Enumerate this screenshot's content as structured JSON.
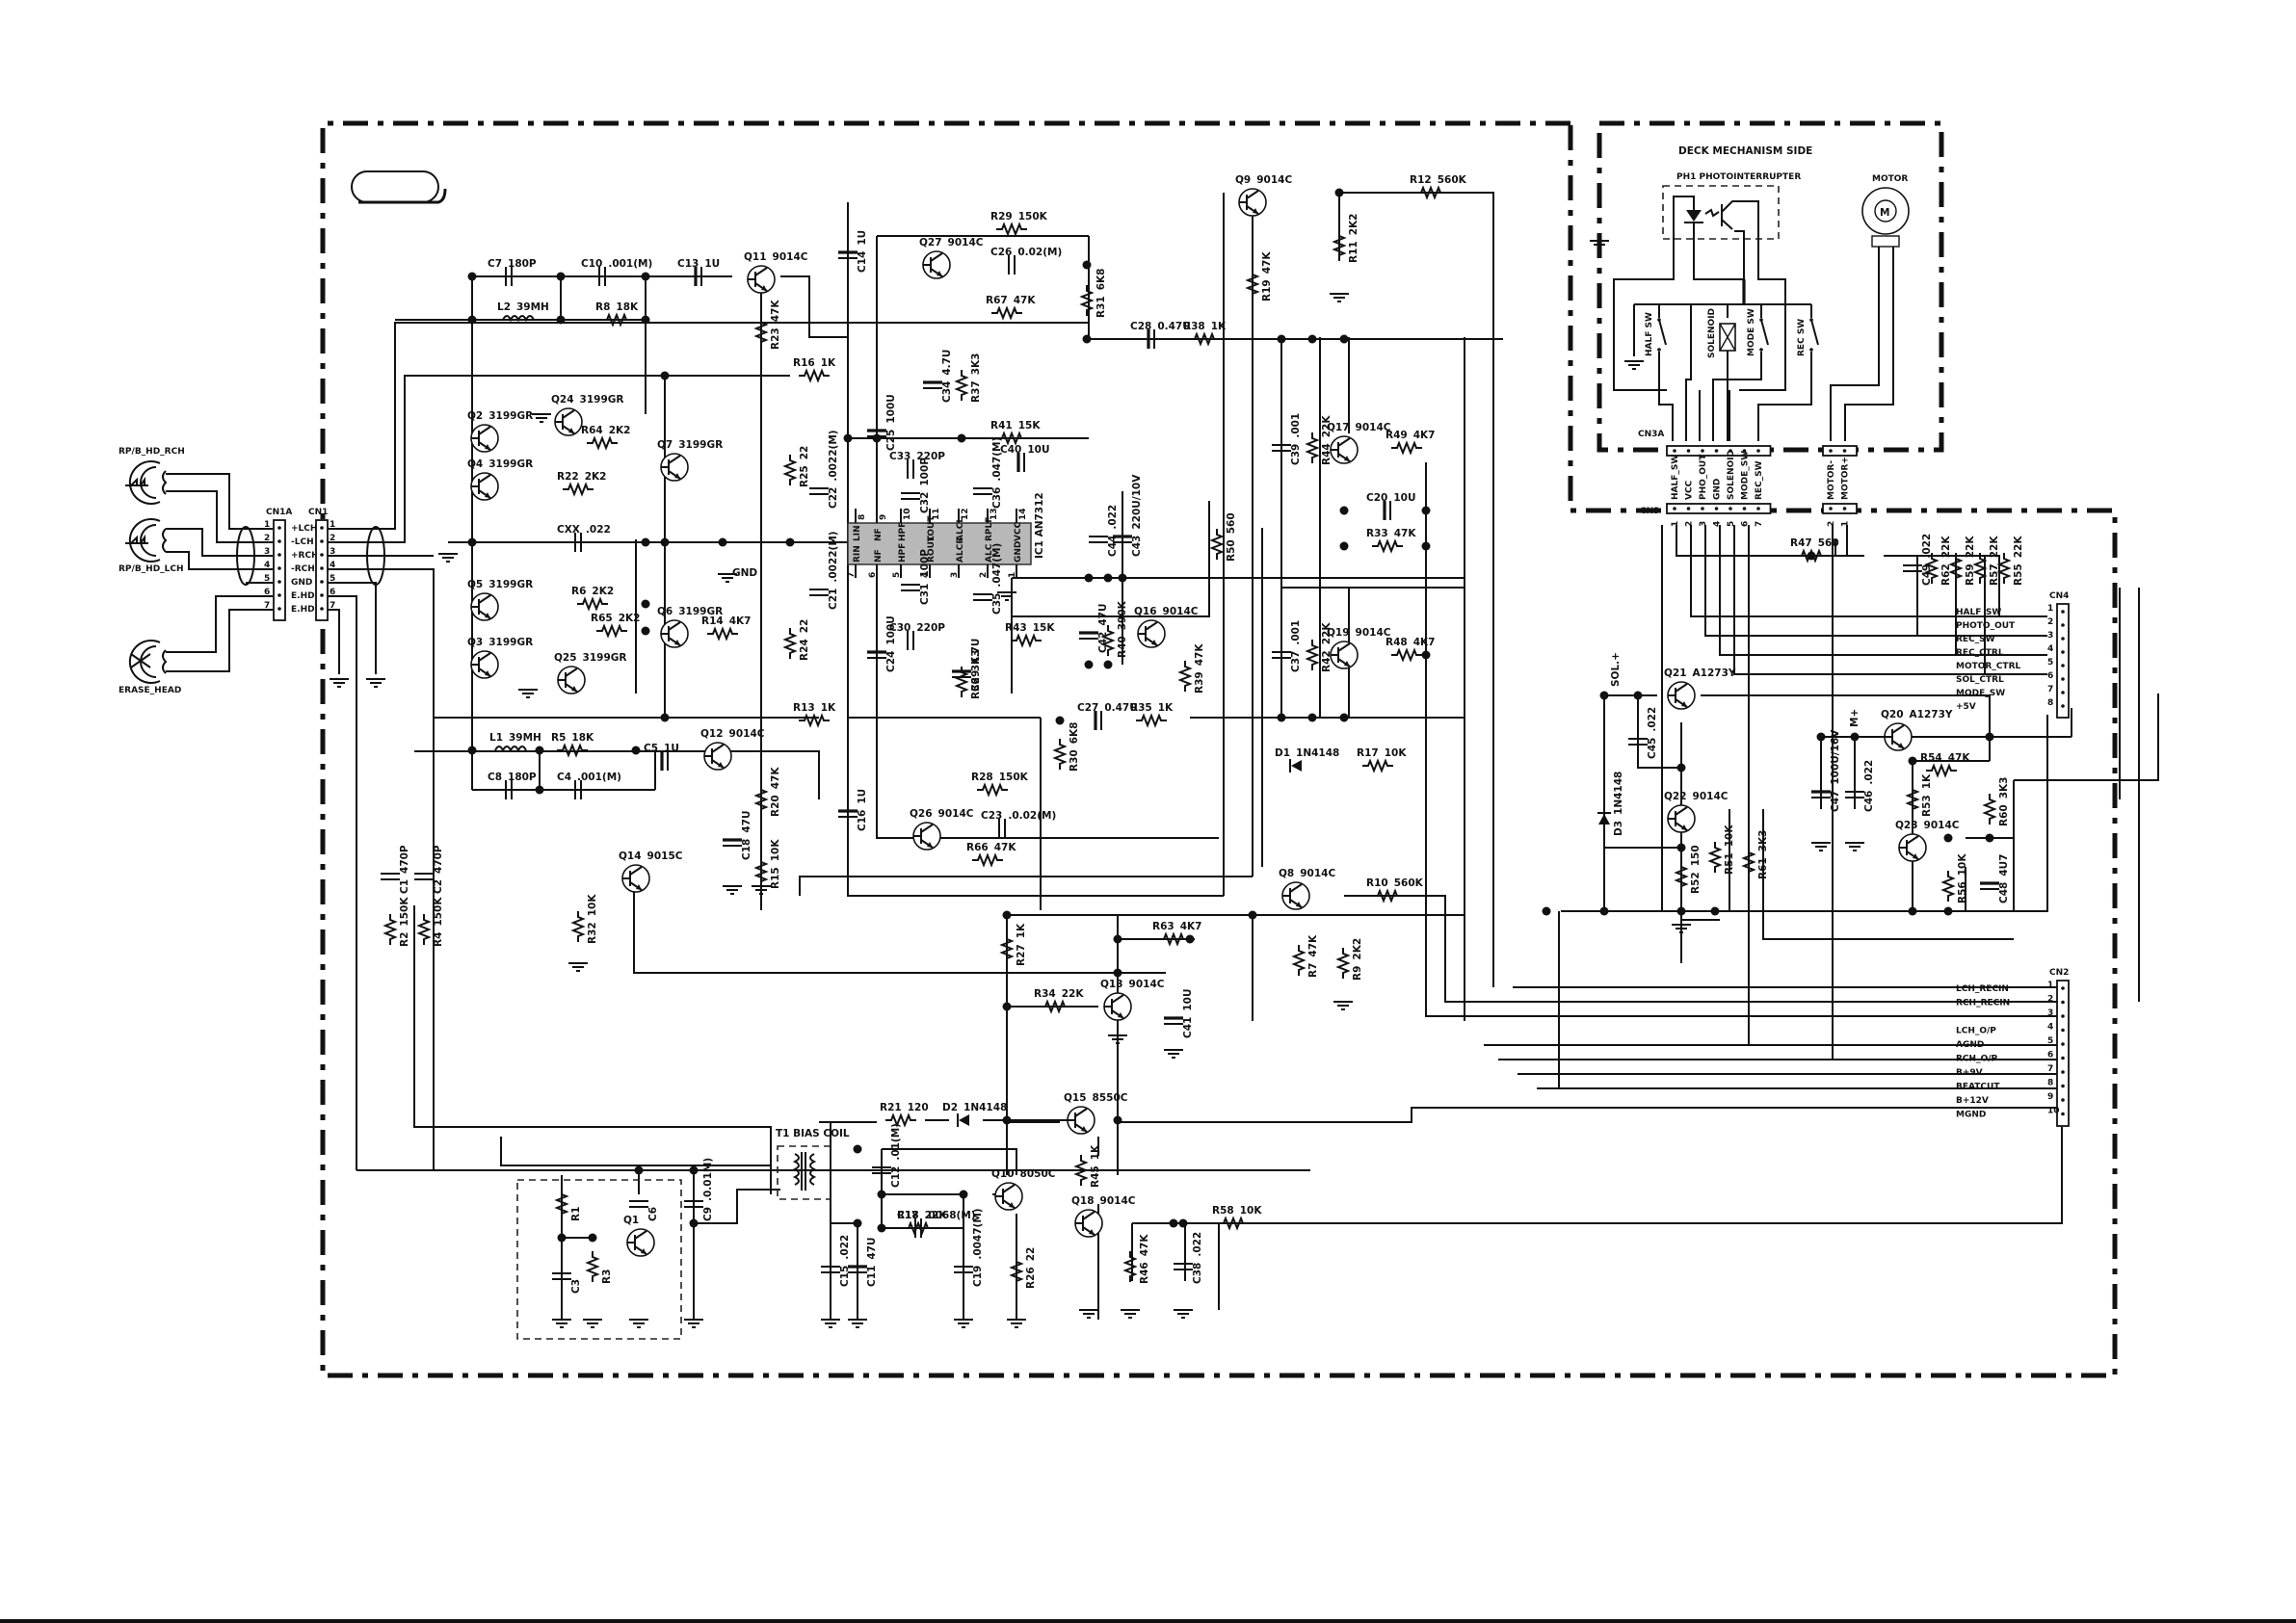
{
  "document": {
    "type": "schematic",
    "subject": "Cassette deck record/playback board",
    "title_box_text": ""
  },
  "sections": {
    "deck_mechanism": {
      "title": "DECK MECHANISM SIDE",
      "photointerrupter": "PH1  PHOTOINTERRUPTER",
      "motor": "MOTOR",
      "motor_symbol": "M",
      "switches": [
        "HALF SW",
        "SOLENOID",
        "MODE SW",
        "REC SW"
      ],
      "cn3a_label": "CN3A"
    },
    "bias_osc": {
      "coil_label": "T1  BIAS  COIL"
    }
  },
  "heads": [
    {
      "name": "RP/B_HD_RCH"
    },
    {
      "name": "RP/B_HD_LCH"
    },
    {
      "name": "ERASE_HEAD"
    }
  ],
  "connectors": {
    "CN1A": {
      "label": "CN1A",
      "pins": [
        {
          "n": "1",
          "sig": "+LCH"
        },
        {
          "n": "2",
          "sig": "-LCH"
        },
        {
          "n": "3",
          "sig": "+RCH"
        },
        {
          "n": "4",
          "sig": "-RCH"
        },
        {
          "n": "5",
          "sig": "GND"
        },
        {
          "n": "6",
          "sig": "E.HD"
        },
        {
          "n": "7",
          "sig": "E.HD"
        }
      ]
    },
    "CN1": {
      "label": "CN1",
      "pins": [
        "1",
        "2",
        "3",
        "4",
        "5",
        "6",
        "7"
      ]
    },
    "CN3": {
      "label": "CN3",
      "pins": [
        {
          "n": "1",
          "sig": "HALF_SW"
        },
        {
          "n": "2",
          "sig": "VCC"
        },
        {
          "n": "3",
          "sig": "PHO_OUT"
        },
        {
          "n": "4",
          "sig": "GND"
        },
        {
          "n": "5",
          "sig": "SOLENOID"
        },
        {
          "n": "6",
          "sig": "MODE_SW"
        },
        {
          "n": "7",
          "sig": "REC_SW"
        }
      ]
    },
    "CN3_motor": {
      "pins": [
        {
          "n": "2",
          "sig": "MOTOR-"
        },
        {
          "n": "1",
          "sig": "MOTOR+"
        }
      ]
    },
    "CN4": {
      "label": "CN4",
      "pins": [
        {
          "n": "1",
          "sig": "HALF_SW"
        },
        {
          "n": "2",
          "sig": "PHOTO_OUT"
        },
        {
          "n": "3",
          "sig": "REC_SW"
        },
        {
          "n": "4",
          "sig": "REC_CTRL"
        },
        {
          "n": "5",
          "sig": "MOTOR_CTRL"
        },
        {
          "n": "6",
          "sig": "SOL_CTRL"
        },
        {
          "n": "7",
          "sig": "MODE_SW"
        },
        {
          "n": "8",
          "sig": "+5V"
        }
      ]
    },
    "CN2": {
      "label": "CN2",
      "pins": [
        {
          "n": "1",
          "sig": "LCH_RECIN"
        },
        {
          "n": "2",
          "sig": "RCH_RECIN"
        },
        {
          "n": "3",
          "sig": ""
        },
        {
          "n": "4",
          "sig": "LCH_O/P"
        },
        {
          "n": "5",
          "sig": "AGND"
        },
        {
          "n": "6",
          "sig": "RCH_O/P"
        },
        {
          "n": "7",
          "sig": "B+9V"
        },
        {
          "n": "8",
          "sig": "BEATCUT"
        },
        {
          "n": "9",
          "sig": "B+12V"
        },
        {
          "n": "10",
          "sig": "MGND"
        }
      ]
    }
  },
  "ic": {
    "ref": "IC1",
    "part": "AN7312",
    "top_pins": [
      {
        "n": "8",
        "name": "LIN"
      },
      {
        "n": "9",
        "name": "NF"
      },
      {
        "n": "10",
        "name": "HPF"
      },
      {
        "n": "11",
        "name": "LOUT"
      },
      {
        "n": "12",
        "name": "ALCL"
      },
      {
        "n": "13",
        "name": "RPLF"
      },
      {
        "n": "14",
        "name": "VCC"
      }
    ],
    "bottom_pins": [
      {
        "n": "7",
        "name": "RIN"
      },
      {
        "n": "6",
        "name": "NF"
      },
      {
        "n": "5",
        "name": "HPF"
      },
      {
        "n": "4",
        "name": "ROUT"
      },
      {
        "n": "3",
        "name": "ALCR"
      },
      {
        "n": "2",
        "name": "ALC"
      },
      {
        "n": "1",
        "name": "GND"
      }
    ]
  },
  "misc_labels": {
    "gnd": "GND",
    "sol_plus": "SOL.+",
    "m_plus": "M+"
  },
  "components": {
    "transistors": [
      {
        "ref": "Q1",
        "value": ""
      },
      {
        "ref": "Q2",
        "value": "3199GR"
      },
      {
        "ref": "Q3",
        "value": "3199GR"
      },
      {
        "ref": "Q4",
        "value": "3199GR"
      },
      {
        "ref": "Q5",
        "value": "3199GR"
      },
      {
        "ref": "Q6",
        "value": "3199GR"
      },
      {
        "ref": "Q7",
        "value": "3199GR"
      },
      {
        "ref": "Q8",
        "value": "9014C"
      },
      {
        "ref": "Q9",
        "value": "9014C"
      },
      {
        "ref": "Q10",
        "value": "8050C"
      },
      {
        "ref": "Q11",
        "value": "9014C"
      },
      {
        "ref": "Q12",
        "value": "9014C"
      },
      {
        "ref": "Q13",
        "value": "9014C"
      },
      {
        "ref": "Q14",
        "value": "9015C"
      },
      {
        "ref": "Q15",
        "value": "8550C"
      },
      {
        "ref": "Q16",
        "value": "9014C"
      },
      {
        "ref": "Q17",
        "value": "9014C"
      },
      {
        "ref": "Q18",
        "value": "9014C"
      },
      {
        "ref": "Q19",
        "value": "9014C"
      },
      {
        "ref": "Q20",
        "value": "A1273Y"
      },
      {
        "ref": "Q21",
        "value": "A1273Y"
      },
      {
        "ref": "Q22",
        "value": "9014C"
      },
      {
        "ref": "Q23",
        "value": "9014C"
      },
      {
        "ref": "Q24",
        "value": "3199GR"
      },
      {
        "ref": "Q25",
        "value": "3199GR"
      },
      {
        "ref": "Q26",
        "value": "9014C"
      },
      {
        "ref": "Q27",
        "value": "9014C"
      }
    ],
    "resistors": [
      {
        "ref": "R1",
        "value": ""
      },
      {
        "ref": "R2",
        "value": "150K"
      },
      {
        "ref": "R3",
        "value": ""
      },
      {
        "ref": "R4",
        "value": "150K"
      },
      {
        "ref": "R5",
        "value": "18K"
      },
      {
        "ref": "R6",
        "value": "2K2"
      },
      {
        "ref": "R7",
        "value": "47K"
      },
      {
        "ref": "R8",
        "value": "18K"
      },
      {
        "ref": "R9",
        "value": "2K2"
      },
      {
        "ref": "R10",
        "value": "560K"
      },
      {
        "ref": "R11",
        "value": "2K2"
      },
      {
        "ref": "R12",
        "value": "560K"
      },
      {
        "ref": "R13",
        "value": "1K"
      },
      {
        "ref": "R14",
        "value": "4K7"
      },
      {
        "ref": "R15",
        "value": "10K"
      },
      {
        "ref": "R16",
        "value": "1K"
      },
      {
        "ref": "R17",
        "value": "10K"
      },
      {
        "ref": "R18",
        "value": "22K"
      },
      {
        "ref": "R19",
        "value": "47K"
      },
      {
        "ref": "R20",
        "value": "47K"
      },
      {
        "ref": "R21",
        "value": "120"
      },
      {
        "ref": "R22",
        "value": "2K2"
      },
      {
        "ref": "R23",
        "value": "47K"
      },
      {
        "ref": "R24",
        "value": "22"
      },
      {
        "ref": "R25",
        "value": "22"
      },
      {
        "ref": "R26",
        "value": "22"
      },
      {
        "ref": "R27",
        "value": "1K"
      },
      {
        "ref": "R28",
        "value": "150K"
      },
      {
        "ref": "R29",
        "value": "150K"
      },
      {
        "ref": "R30",
        "value": "6K8"
      },
      {
        "ref": "R31",
        "value": "6K8"
      },
      {
        "ref": "R32",
        "value": "10K"
      },
      {
        "ref": "R33",
        "value": "47K"
      },
      {
        "ref": "R34",
        "value": "22K"
      },
      {
        "ref": "R35",
        "value": "1K"
      },
      {
        "ref": "R36",
        "value": "3K3"
      },
      {
        "ref": "R37",
        "value": "3K3"
      },
      {
        "ref": "R38",
        "value": "1K"
      },
      {
        "ref": "R39",
        "value": "47K"
      },
      {
        "ref": "R40",
        "value": "390K"
      },
      {
        "ref": "R41",
        "value": "15K"
      },
      {
        "ref": "R42",
        "value": "22K"
      },
      {
        "ref": "R43",
        "value": "15K"
      },
      {
        "ref": "R44",
        "value": "22K"
      },
      {
        "ref": "R45",
        "value": "1K"
      },
      {
        "ref": "R46",
        "value": "47K"
      },
      {
        "ref": "R47",
        "value": "560"
      },
      {
        "ref": "R48",
        "value": "4K7"
      },
      {
        "ref": "R49",
        "value": "4K7"
      },
      {
        "ref": "R50",
        "value": "560"
      },
      {
        "ref": "R51",
        "value": "10K"
      },
      {
        "ref": "R52",
        "value": "150"
      },
      {
        "ref": "R53",
        "value": "1K"
      },
      {
        "ref": "R54",
        "value": "47K"
      },
      {
        "ref": "R55",
        "value": "22K"
      },
      {
        "ref": "R56",
        "value": "10K"
      },
      {
        "ref": "R57",
        "value": "22K"
      },
      {
        "ref": "R58",
        "value": "10K"
      },
      {
        "ref": "R59",
        "value": "22K"
      },
      {
        "ref": "R60",
        "value": "3K3"
      },
      {
        "ref": "R61",
        "value": "3K3"
      },
      {
        "ref": "R62",
        "value": "22K"
      },
      {
        "ref": "R63",
        "value": "4K7"
      },
      {
        "ref": "R64",
        "value": "2K2"
      },
      {
        "ref": "R65",
        "value": "2K2"
      },
      {
        "ref": "R66",
        "value": "47K"
      },
      {
        "ref": "R67",
        "value": "47K"
      }
    ],
    "capacitors": [
      {
        "ref": "C1",
        "value": "470P"
      },
      {
        "ref": "C2",
        "value": "470P"
      },
      {
        "ref": "C3",
        "value": ""
      },
      {
        "ref": "C4",
        "value": ".001(M)"
      },
      {
        "ref": "C5",
        "value": "1U"
      },
      {
        "ref": "C6",
        "value": ""
      },
      {
        "ref": "C7",
        "value": "180P"
      },
      {
        "ref": "C8",
        "value": "180P"
      },
      {
        "ref": "C9",
        "value": ".0.01M)"
      },
      {
        "ref": "C10",
        "value": ".001(M)"
      },
      {
        "ref": "C11",
        "value": "47U"
      },
      {
        "ref": "C12",
        "value": ".01(M)"
      },
      {
        "ref": "C13",
        "value": "1U"
      },
      {
        "ref": "C14",
        "value": "1U"
      },
      {
        "ref": "C15",
        "value": ".022"
      },
      {
        "ref": "C16",
        "value": "1U"
      },
      {
        "ref": "C17",
        "value": ".0068(M)"
      },
      {
        "ref": "C18",
        "value": "47U"
      },
      {
        "ref": "C19",
        "value": ".0047(M)"
      },
      {
        "ref": "C20",
        "value": "10U"
      },
      {
        "ref": "C21",
        "value": ".0022(M)"
      },
      {
        "ref": "C22",
        "value": ".0022(M)"
      },
      {
        "ref": "C23",
        "value": ".0.02(M)"
      },
      {
        "ref": "C24",
        "value": "100U"
      },
      {
        "ref": "C25",
        "value": "100U"
      },
      {
        "ref": "C26",
        "value": "0.02(M)"
      },
      {
        "ref": "C27",
        "value": "0.47U"
      },
      {
        "ref": "C28",
        "value": "0.47U"
      },
      {
        "ref": "C29",
        "value": "4.7U"
      },
      {
        "ref": "C30",
        "value": "220P"
      },
      {
        "ref": "C31",
        "value": "100P"
      },
      {
        "ref": "C32",
        "value": "100P"
      },
      {
        "ref": "C33",
        "value": "220P"
      },
      {
        "ref": "C34",
        "value": "4.7U"
      },
      {
        "ref": "C35",
        "value": ".047(M)"
      },
      {
        "ref": "C36",
        "value": ".047(M)"
      },
      {
        "ref": "C37",
        "value": ".001"
      },
      {
        "ref": "C38",
        "value": ".022"
      },
      {
        "ref": "C39",
        "value": ".001"
      },
      {
        "ref": "C40",
        "value": "10U"
      },
      {
        "ref": "C41",
        "value": "10U"
      },
      {
        "ref": "C42",
        "value": "47U"
      },
      {
        "ref": "C43",
        "value": "220U/10V"
      },
      {
        "ref": "C44",
        "value": ".022"
      },
      {
        "ref": "C45",
        "value": ".022"
      },
      {
        "ref": "C46",
        "value": ".022"
      },
      {
        "ref": "C47",
        "value": "100U/16V"
      },
      {
        "ref": "C48",
        "value": "4U7"
      },
      {
        "ref": "C49",
        "value": ".022"
      },
      {
        "ref": "CXX",
        "value": ".022"
      }
    ],
    "inductors": [
      {
        "ref": "L1",
        "value": "39MH"
      },
      {
        "ref": "L2",
        "value": "39MH"
      }
    ],
    "diodes": [
      {
        "ref": "D1",
        "value": "1N4148"
      },
      {
        "ref": "D2",
        "value": "1N4148"
      },
      {
        "ref": "D3",
        "value": "1N4148"
      }
    ]
  }
}
